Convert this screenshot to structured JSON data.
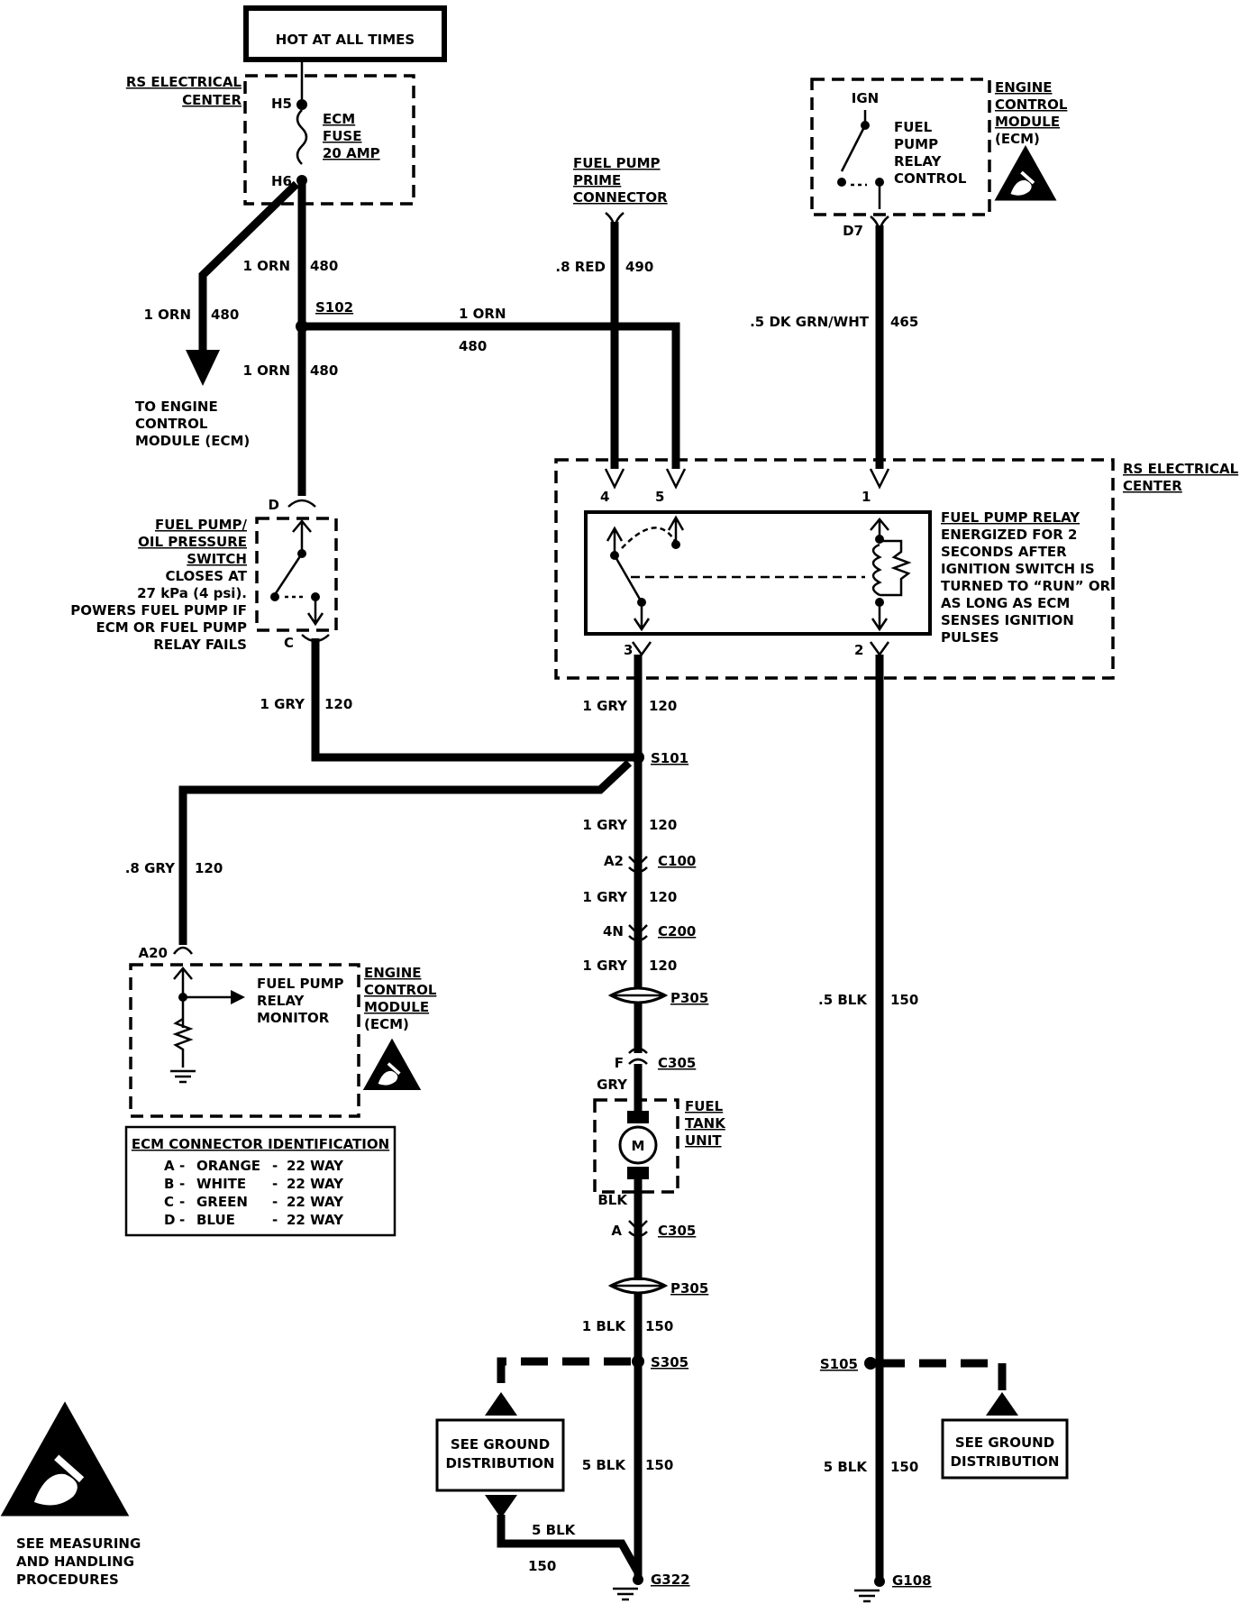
{
  "colors": {
    "ink": "#000000",
    "paper": "#ffffff"
  },
  "icons": [
    "esd-warning-icon",
    "ground-symbol-icon",
    "motor-icon",
    "fuse-icon",
    "arrow-icon"
  ],
  "top_box": {
    "label": "HOT AT ALL TIMES"
  },
  "rs_center_top": {
    "line1": "RS ELECTRICAL",
    "line2": "CENTER"
  },
  "fuse": {
    "pin_top": "H5",
    "pin_bottom": "H6",
    "line1": "ECM",
    "line2": "FUSE",
    "line3": "20 AMP"
  },
  "wire_480a": {
    "gauge": "1 ORN",
    "circuit": "480"
  },
  "wire_480b": {
    "gauge": "1 ORN",
    "circuit": "480"
  },
  "wire_480c": {
    "gauge": "1 ORN",
    "circuit": "480"
  },
  "wire_480d": {
    "gauge": "1 ORN",
    "circuit": "480"
  },
  "splice_s102": "S102",
  "to_ecm": {
    "line1": "TO ENGINE",
    "line2": "CONTROL",
    "line3": "MODULE (ECM)"
  },
  "prime_connector": {
    "line1": "FUEL PUMP",
    "line2": "PRIME",
    "line3": "CONNECTOR"
  },
  "wire_490": {
    "gauge": ".8 RED",
    "circuit": "490"
  },
  "ecm_top": {
    "ign": "IGN",
    "control": [
      "FUEL",
      "PUMP",
      "RELAY",
      "CONTROL"
    ],
    "title": [
      "ENGINE",
      "CONTROL",
      "MODULE",
      "(ECM)"
    ],
    "pin": "D7"
  },
  "wire_465": {
    "gauge": ".5 DK GRN/WHT",
    "circuit": "465"
  },
  "rs_center_mid": {
    "line1": "RS ELECTRICAL",
    "line2": "CENTER"
  },
  "relay": {
    "pins": [
      "4",
      "5",
      "1",
      "3",
      "2"
    ],
    "desc": [
      "FUEL PUMP RELAY",
      "ENERGIZED FOR 2",
      "SECONDS AFTER",
      "IGNITION SWITCH IS",
      "TURNED TO “RUN” OR",
      "AS LONG AS ECM",
      "SENSES IGNITION",
      "PULSES"
    ]
  },
  "oil_switch": {
    "pin_top": "D",
    "pin_bottom": "C",
    "title1": "FUEL PUMP/",
    "title2": "OIL PRESSURE",
    "title3": "SWITCH",
    "desc": [
      "CLOSES AT",
      "27 kPa (4 psi).",
      "POWERS FUEL PUMP IF",
      "ECM OR FUEL PUMP",
      "RELAY FAILS"
    ]
  },
  "wire_120a": {
    "gauge": "1 GRY",
    "circuit": "120"
  },
  "wire_120b": {
    "gauge": "1 GRY",
    "circuit": "120"
  },
  "splice_s101": "S101",
  "wire_120c": {
    "gauge": "1 GRY",
    "circuit": "120"
  },
  "wire_120d": {
    "gauge": ".8 GRY",
    "circuit": "120"
  },
  "conn_c100": {
    "pin": "A2",
    "name": "C100"
  },
  "wire_120e": {
    "gauge": "1 GRY",
    "circuit": "120"
  },
  "conn_c200": {
    "pin": "4N",
    "name": "C200"
  },
  "wire_120f": {
    "gauge": "1 GRY",
    "circuit": "120"
  },
  "pass_p305a": "P305",
  "conn_c305a": {
    "pin": "F",
    "name": "C305"
  },
  "wire_gry": "GRY",
  "tank_unit": {
    "line1": "FUEL",
    "line2": "TANK",
    "line3": "UNIT",
    "motor": "M"
  },
  "wire_blk": "BLK",
  "conn_c305b": {
    "pin": "A",
    "name": "C305"
  },
  "pass_p305b": "P305",
  "wire_150a": {
    "gauge": "1 BLK",
    "circuit": "150"
  },
  "splice_s305": "S305",
  "wire_150b": {
    "gauge": "5 BLK",
    "circuit": "150"
  },
  "wire_150c": {
    "gauge": "5 BLK",
    "circuit": "150"
  },
  "ground_g322": "G322",
  "wire_150d": {
    "gauge": ".5 BLK",
    "circuit": "150"
  },
  "splice_s105": "S105",
  "wire_150e": {
    "gauge": "5 BLK",
    "circuit": "150"
  },
  "ground_g108": "G108",
  "see_ground_left": {
    "line1": "SEE GROUND",
    "line2": "DISTRIBUTION"
  },
  "see_ground_right": {
    "line1": "SEE GROUND",
    "line2": "DISTRIBUTION"
  },
  "ecm_monitor": {
    "pin": "A20",
    "label": [
      "FUEL PUMP",
      "RELAY",
      "MONITOR"
    ],
    "title": [
      "ENGINE",
      "CONTROL",
      "MODULE",
      "(ECM)"
    ]
  },
  "connector_table": {
    "title": "ECM CONNECTOR IDENTIFICATION",
    "rows": [
      {
        "letter": "A",
        "color": "ORANGE",
        "size": "22 WAY"
      },
      {
        "letter": "B",
        "color": "WHITE",
        "size": "22 WAY"
      },
      {
        "letter": "C",
        "color": "GREEN",
        "size": "22 WAY"
      },
      {
        "letter": "D",
        "color": "BLUE",
        "size": "22 WAY"
      }
    ]
  },
  "measuring": {
    "line1": "SEE MEASURING",
    "line2": "AND HANDLING",
    "line3": "PROCEDURES"
  }
}
